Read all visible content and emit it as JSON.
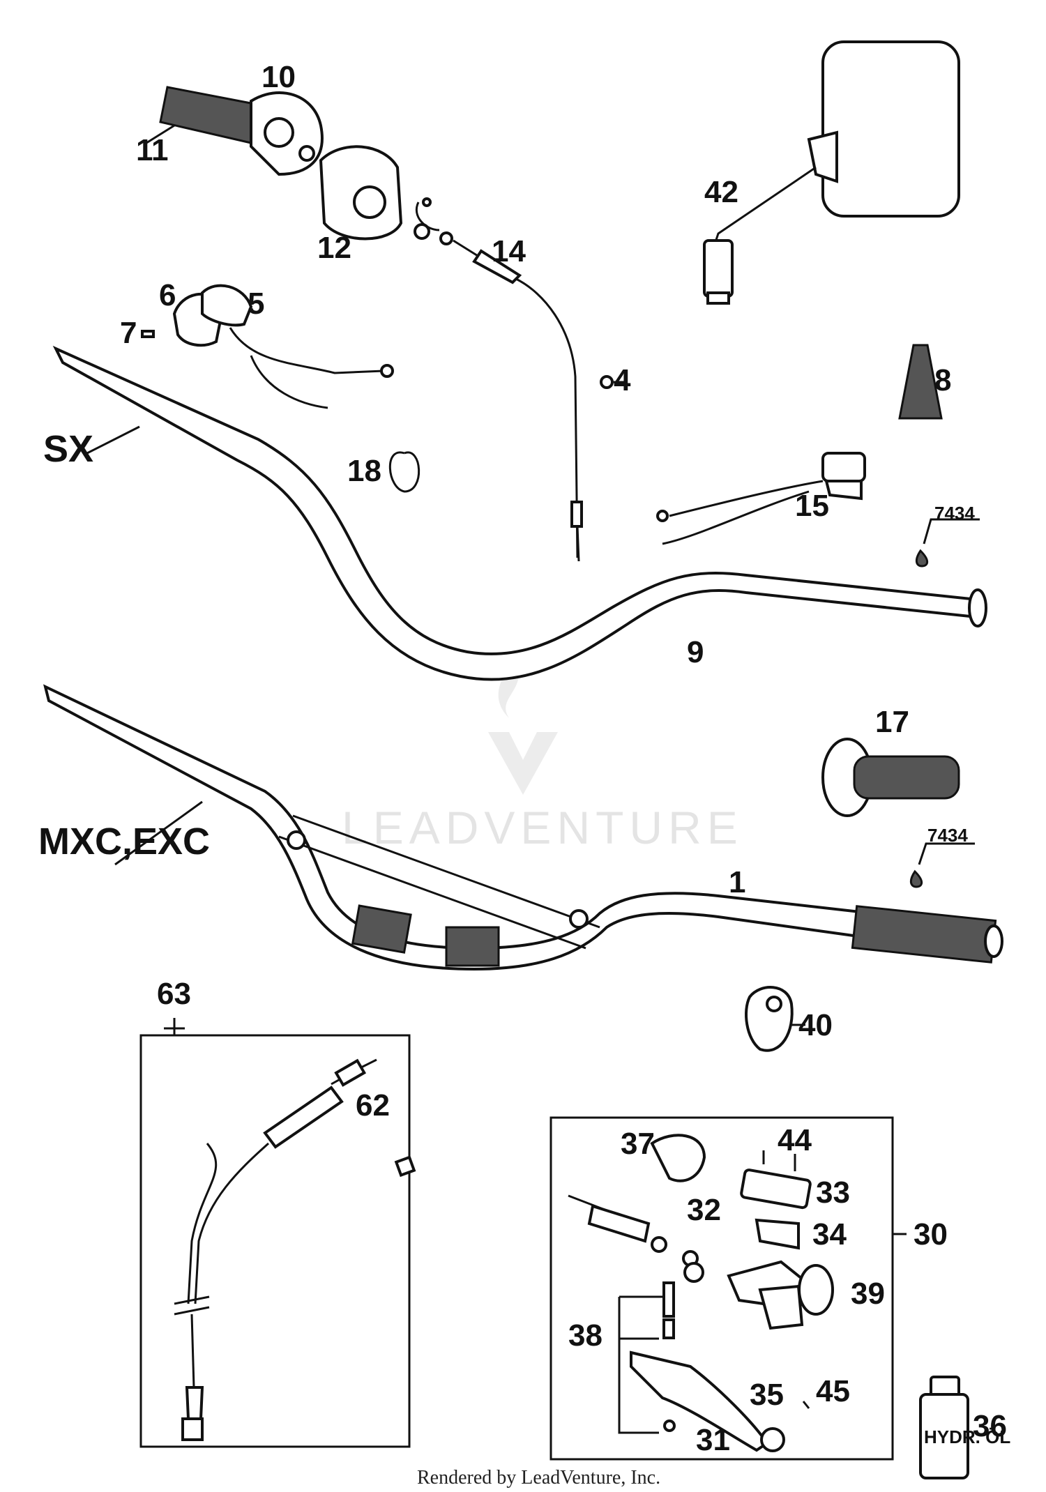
{
  "watermark": "LEADVENTURE",
  "footer": "Rendered by LeadVenture, Inc.",
  "variants": {
    "sx": "SX",
    "mxc_exc": "MXC,EXC"
  },
  "oil_label": "HYDR. ÖL",
  "callouts": {
    "p1": "1",
    "p4": "4",
    "p5": "5",
    "p6": "6",
    "p7": "7",
    "p8": "8",
    "p9": "9",
    "p10": "10",
    "p11": "11",
    "p12": "12",
    "p14": "14",
    "p15": "15",
    "p17": "17",
    "p18": "18",
    "p30": "30",
    "p31": "31",
    "p32": "32",
    "p33": "33",
    "p34": "34",
    "p35": "35",
    "p36": "36",
    "p37": "37",
    "p38": "38",
    "p39": "39",
    "p40": "40",
    "p42": "42",
    "p44": "44",
    "p45": "45",
    "p62": "62",
    "p63": "63",
    "loctite_a": "7434",
    "loctite_b": "7434"
  }
}
